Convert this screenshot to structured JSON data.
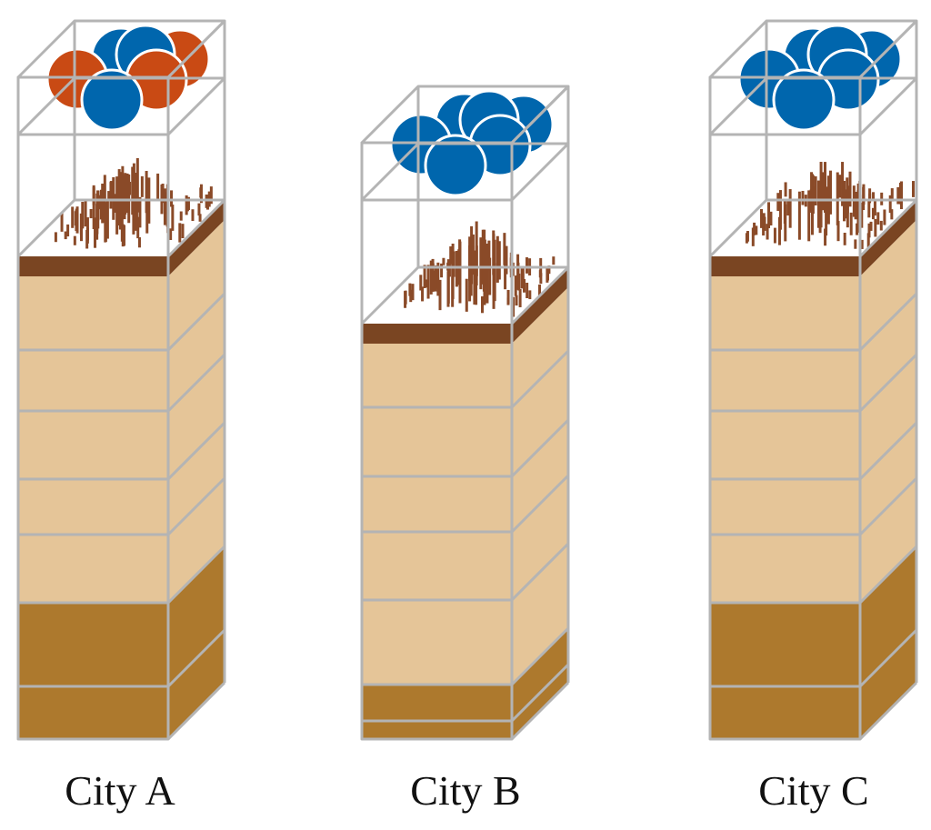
{
  "columns": [
    {
      "label": "City A",
      "spheres": [
        "blue",
        "red",
        "blue",
        "red",
        "red",
        "blue"
      ]
    },
    {
      "label": "City B",
      "spheres": [
        "blue",
        "blue",
        "blue",
        "blue",
        "blue",
        "blue"
      ]
    },
    {
      "label": "City C",
      "spheres": [
        "blue",
        "blue",
        "blue",
        "blue",
        "blue",
        "blue"
      ]
    }
  ],
  "colors": {
    "frame": "#b4b4b4",
    "topsoil": "#7a4522",
    "light_soil": "#e5c598",
    "dark_soil": "#ad792d",
    "roots": "#8a4a28",
    "blue": "#0066ad",
    "red": "#c94a14"
  }
}
